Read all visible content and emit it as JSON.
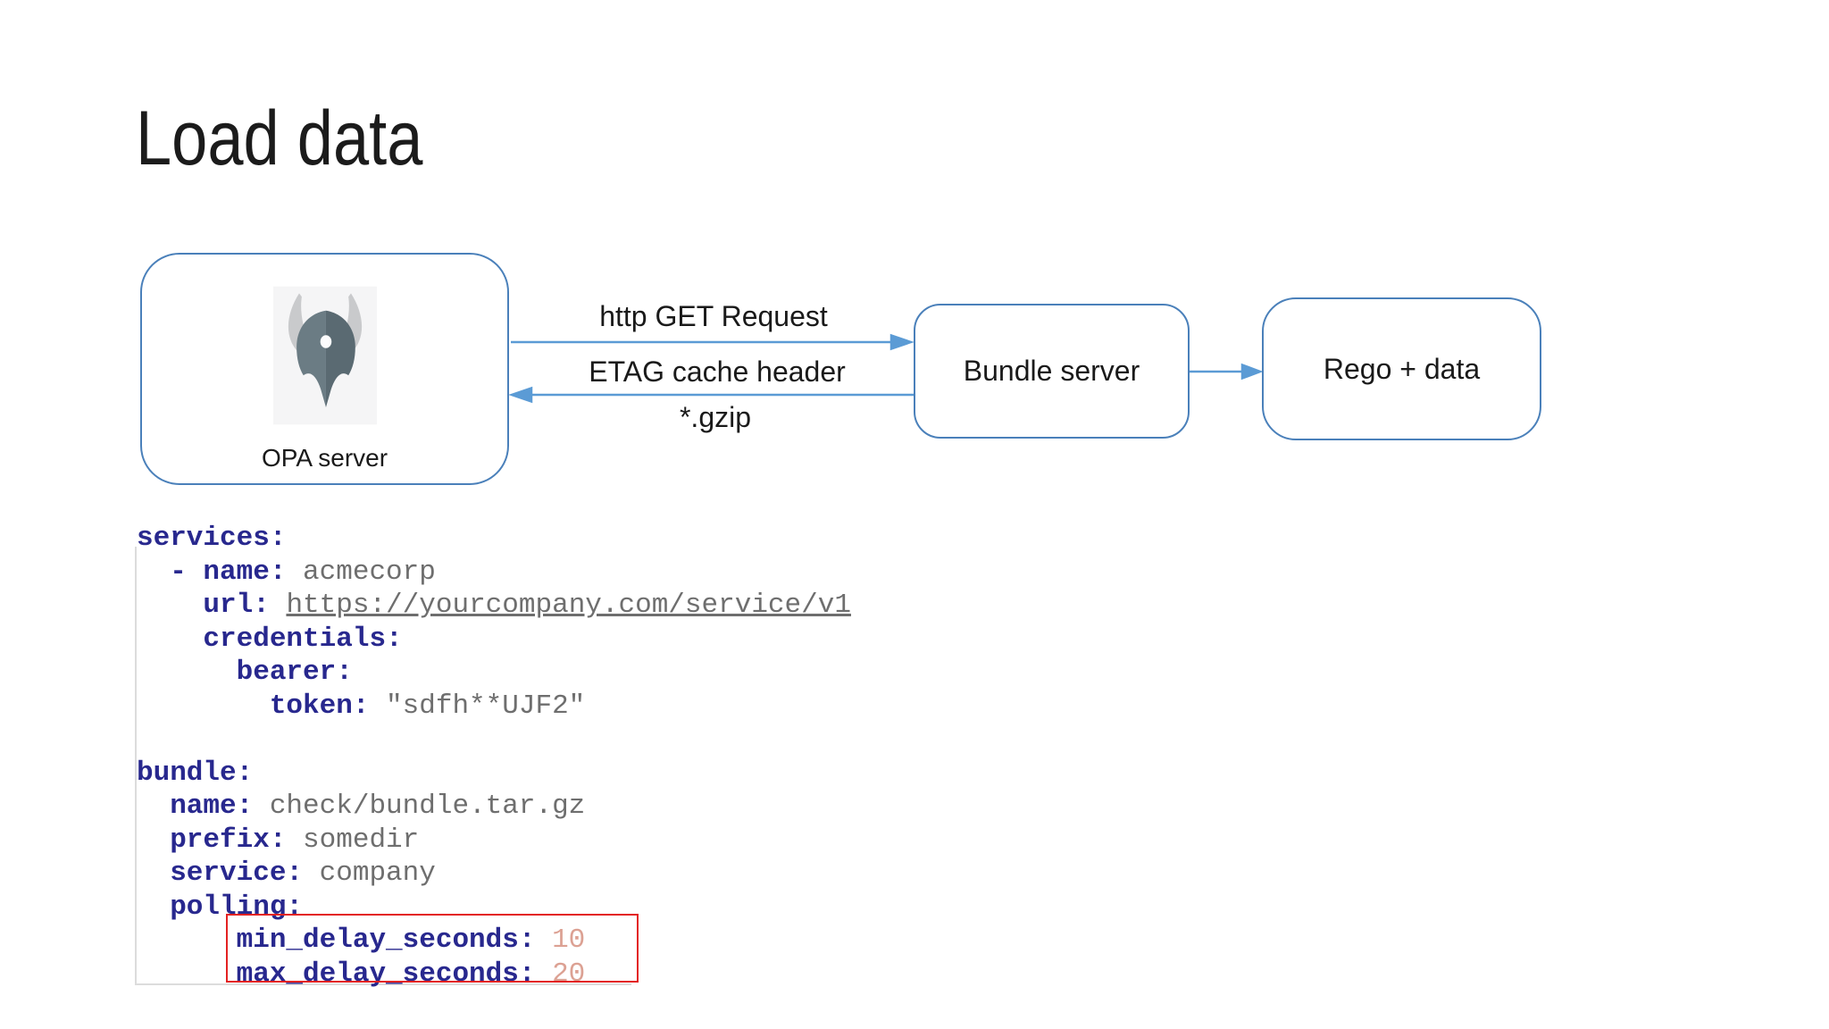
{
  "title": "Load data",
  "diagram": {
    "opa": {
      "label": "OPA server",
      "logo_icon": "opa-viking-helmet"
    },
    "bundle": {
      "label": "Bundle server"
    },
    "rego": {
      "label": "Rego + data"
    },
    "edges": {
      "request": "http GET Request",
      "etag": "ETAG cache header",
      "gzip": "*.gzip"
    }
  },
  "code": {
    "lines": [
      {
        "segments": [
          {
            "text": "services:",
            "style": "key"
          }
        ]
      },
      {
        "segments": [
          {
            "text": "  - name: ",
            "style": "key"
          },
          {
            "text": "acmecorp",
            "style": "value"
          }
        ]
      },
      {
        "segments": [
          {
            "text": "    url: ",
            "style": "key"
          },
          {
            "text": "https://yourcompany.com/service/v1",
            "style": "url"
          }
        ]
      },
      {
        "segments": [
          {
            "text": "    credentials:",
            "style": "key"
          }
        ]
      },
      {
        "segments": [
          {
            "text": "      bearer:",
            "style": "key"
          }
        ]
      },
      {
        "segments": [
          {
            "text": "        token: ",
            "style": "key"
          },
          {
            "text": "\"sdfh**UJF2\"",
            "style": "value"
          }
        ]
      },
      {
        "segments": []
      },
      {
        "segments": [
          {
            "text": "bundle:",
            "style": "key"
          }
        ]
      },
      {
        "segments": [
          {
            "text": "  name: ",
            "style": "key"
          },
          {
            "text": "check/bundle.tar.gz",
            "style": "value"
          }
        ]
      },
      {
        "segments": [
          {
            "text": "  prefix: ",
            "style": "key"
          },
          {
            "text": "somedir",
            "style": "value"
          }
        ]
      },
      {
        "segments": [
          {
            "text": "  service: ",
            "style": "key"
          },
          {
            "text": "company",
            "style": "value"
          }
        ]
      },
      {
        "segments": [
          {
            "text": "  polling:",
            "style": "key"
          }
        ]
      },
      {
        "segments": [
          {
            "text": "      min_delay_seconds: ",
            "style": "key"
          },
          {
            "text": "10",
            "style": "number"
          }
        ]
      },
      {
        "segments": [
          {
            "text": "      max_delay_seconds: ",
            "style": "key"
          },
          {
            "text": "20",
            "style": "number"
          }
        ]
      }
    ]
  },
  "colors": {
    "box_border": "#4a80ba",
    "arrow": "#5b9bd5",
    "code_key": "#28288e",
    "code_value": "#6e6e6e",
    "code_number": "#dca193",
    "highlight_border": "#e32222",
    "logo_horn": "#c9cacc",
    "logo_helmet_left": "#6b7c84",
    "logo_helmet_right": "#5a6a72"
  }
}
